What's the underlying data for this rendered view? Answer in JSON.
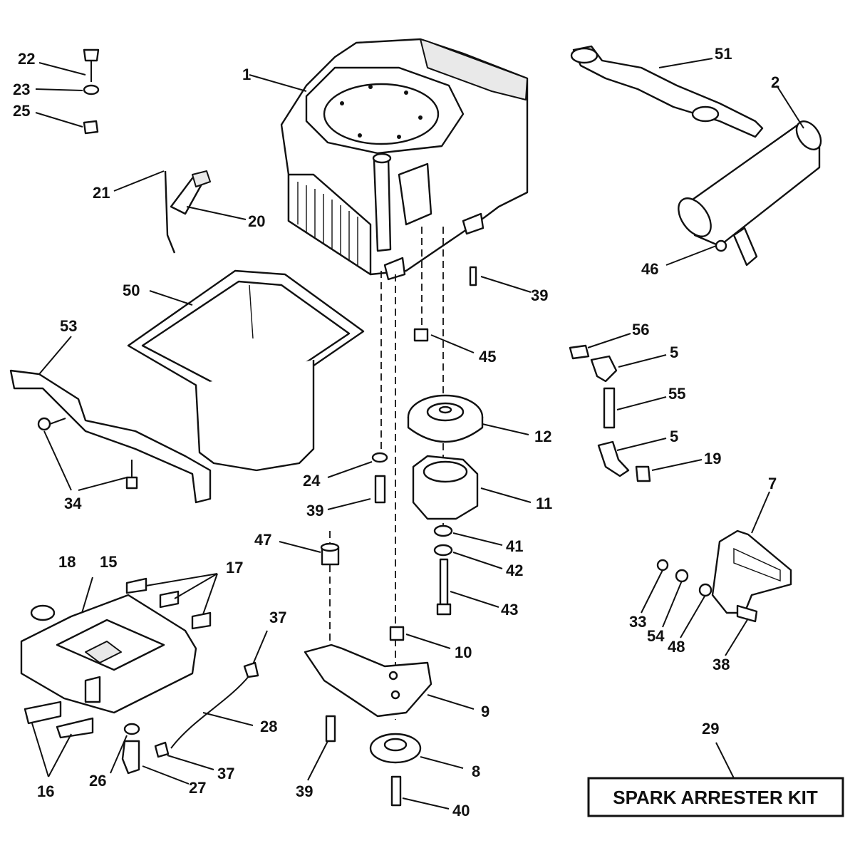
{
  "callouts": {
    "n1": "1",
    "n2": "2",
    "n5a": "5",
    "n5b": "5",
    "n7": "7",
    "n8": "8",
    "n9": "9",
    "n10": "10",
    "n11": "11",
    "n12": "12",
    "n15": "15",
    "n16": "16",
    "n17": "17",
    "n18": "18",
    "n19": "19",
    "n20": "20",
    "n21": "21",
    "n22": "22",
    "n23": "23",
    "n24": "24",
    "n25": "25",
    "n26": "26",
    "n27": "27",
    "n28": "28",
    "n29": "29",
    "n33": "33",
    "n34": "34",
    "n37a": "37",
    "n37b": "37",
    "n38": "38",
    "n39a": "39",
    "n39b": "39",
    "n39c": "39",
    "n40": "40",
    "n41": "41",
    "n42": "42",
    "n43": "43",
    "n45": "45",
    "n46": "46",
    "n47": "47",
    "n48": "48",
    "n50": "50",
    "n51": "51",
    "n53": "53",
    "n54": "54",
    "n55": "55",
    "n56": "56"
  },
  "kit_label": "SPARK ARRESTER KIT"
}
